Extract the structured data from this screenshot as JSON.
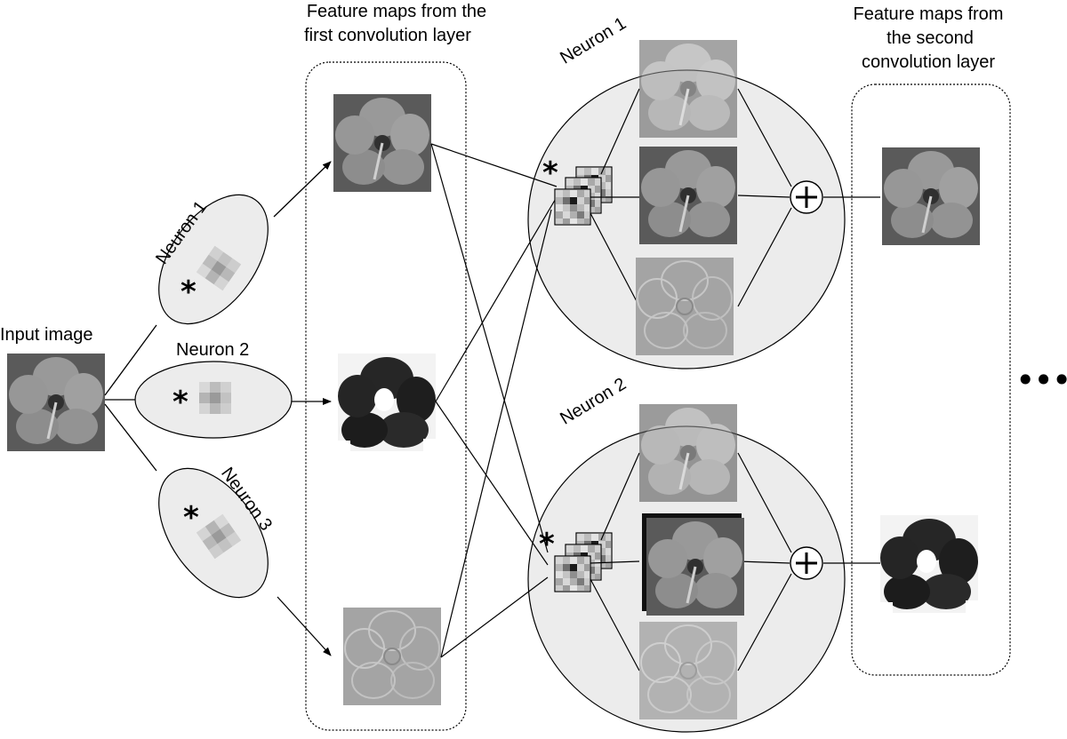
{
  "input": {
    "label": "Input image"
  },
  "layer1": {
    "title_line1": "Feature maps from the",
    "title_line2": "first convolution layer"
  },
  "layer2": {
    "title_line1": "Feature maps from",
    "title_line2": "the second",
    "title_line3": "convolution layer"
  },
  "first_neurons": [
    {
      "label": "Neuron 1"
    },
    {
      "label": "Neuron 2"
    },
    {
      "label": "Neuron 3"
    }
  ],
  "second_neurons": [
    {
      "label": "Neuron 1"
    },
    {
      "label": "Neuron 2"
    }
  ],
  "symbols": {
    "convolution": "*",
    "sum": "+",
    "more": "•••"
  },
  "colors": {
    "ellipse_fill": "#ececec",
    "line": "#000000",
    "flower_light": "#8c8c8c",
    "flower_dark": "#2e2e2e"
  }
}
